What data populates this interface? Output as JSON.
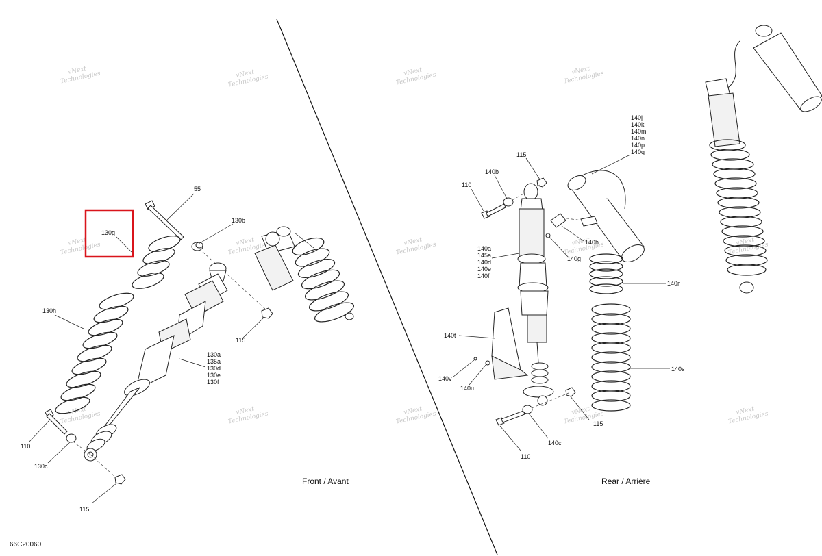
{
  "diagram": {
    "reference_code": "66C20060",
    "watermark_line1": "vNext",
    "watermark_line2": "Technologies",
    "front_title": "Front / Avant",
    "rear_title": "Rear / Arrière",
    "highlight_color": "#d9141b",
    "front_labels": {
      "l55": "55",
      "l130b": "130b",
      "l130g": "130g",
      "l130h": "130h",
      "l115a": "115",
      "l130a": "130a",
      "l135a": "135a",
      "l130d": "130d",
      "l130e": "130e",
      "l130f": "130f",
      "l110": "110",
      "l130c": "130c",
      "l115b": "115"
    },
    "rear_labels": {
      "l115a": "115",
      "l140b": "140b",
      "l110a": "110",
      "l140j": "140j",
      "l140k": "140k",
      "l140m": "140m",
      "l140n": "140n",
      "l140p": "140p",
      "l140q": "140q",
      "l140h": "140h",
      "l140g": "140g",
      "l140a": "140a",
      "l145a": "145a",
      "l140d": "140d",
      "l140e": "140e",
      "l140f": "140f",
      "l140r": "140r",
      "l140t": "140t",
      "l140s": "140s",
      "l140v": "140v",
      "l140u": "140u",
      "l115b": "115",
      "l140c": "140c",
      "l110b": "110"
    }
  }
}
